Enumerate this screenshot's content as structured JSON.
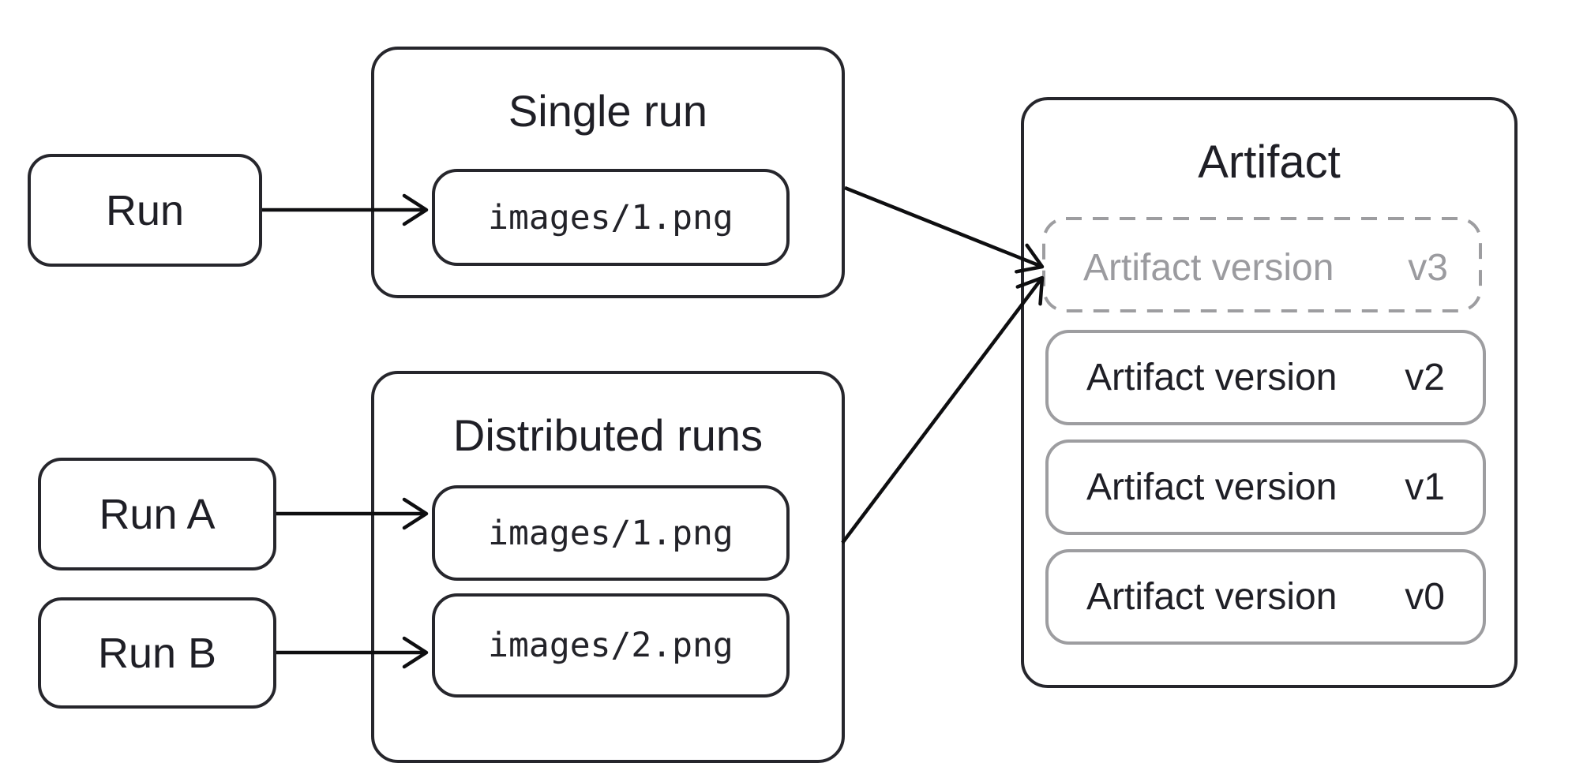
{
  "diagram": {
    "nodes": {
      "run": {
        "label": "Run"
      },
      "run_a": {
        "label": "Run A"
      },
      "run_b": {
        "label": "Run B"
      }
    },
    "groups": {
      "single_run": {
        "title": "Single run",
        "files": [
          {
            "name": "images/1.png"
          }
        ]
      },
      "distributed_runs": {
        "title": "Distributed runs",
        "files": [
          {
            "name": "images/1.png"
          },
          {
            "name": "images/2.png"
          }
        ]
      }
    },
    "artifact": {
      "title": "Artifact",
      "versions": [
        {
          "label": "Artifact version",
          "version": "v3",
          "style": "dashed"
        },
        {
          "label": "Artifact version",
          "version": "v2",
          "style": "solid"
        },
        {
          "label": "Artifact version",
          "version": "v1",
          "style": "solid"
        },
        {
          "label": "Artifact version",
          "version": "v0",
          "style": "solid"
        }
      ]
    },
    "connections": [
      {
        "from": "Run",
        "to": "Single run / images/1.png"
      },
      {
        "from": "Run A",
        "to": "Distributed runs / images/1.png"
      },
      {
        "from": "Run B",
        "to": "Distributed runs / images/2.png"
      },
      {
        "from": "Single run",
        "to": "Artifact version v3"
      },
      {
        "from": "Distributed runs",
        "to": "Artifact version v3"
      }
    ],
    "colors": {
      "background": "#ffffff",
      "border_dark": "#26262c",
      "border_gray": "#9d9da0",
      "text_dark": "#1f1f26",
      "text_gray": "#9b9b9f",
      "arrow": "#0e0e10"
    }
  }
}
